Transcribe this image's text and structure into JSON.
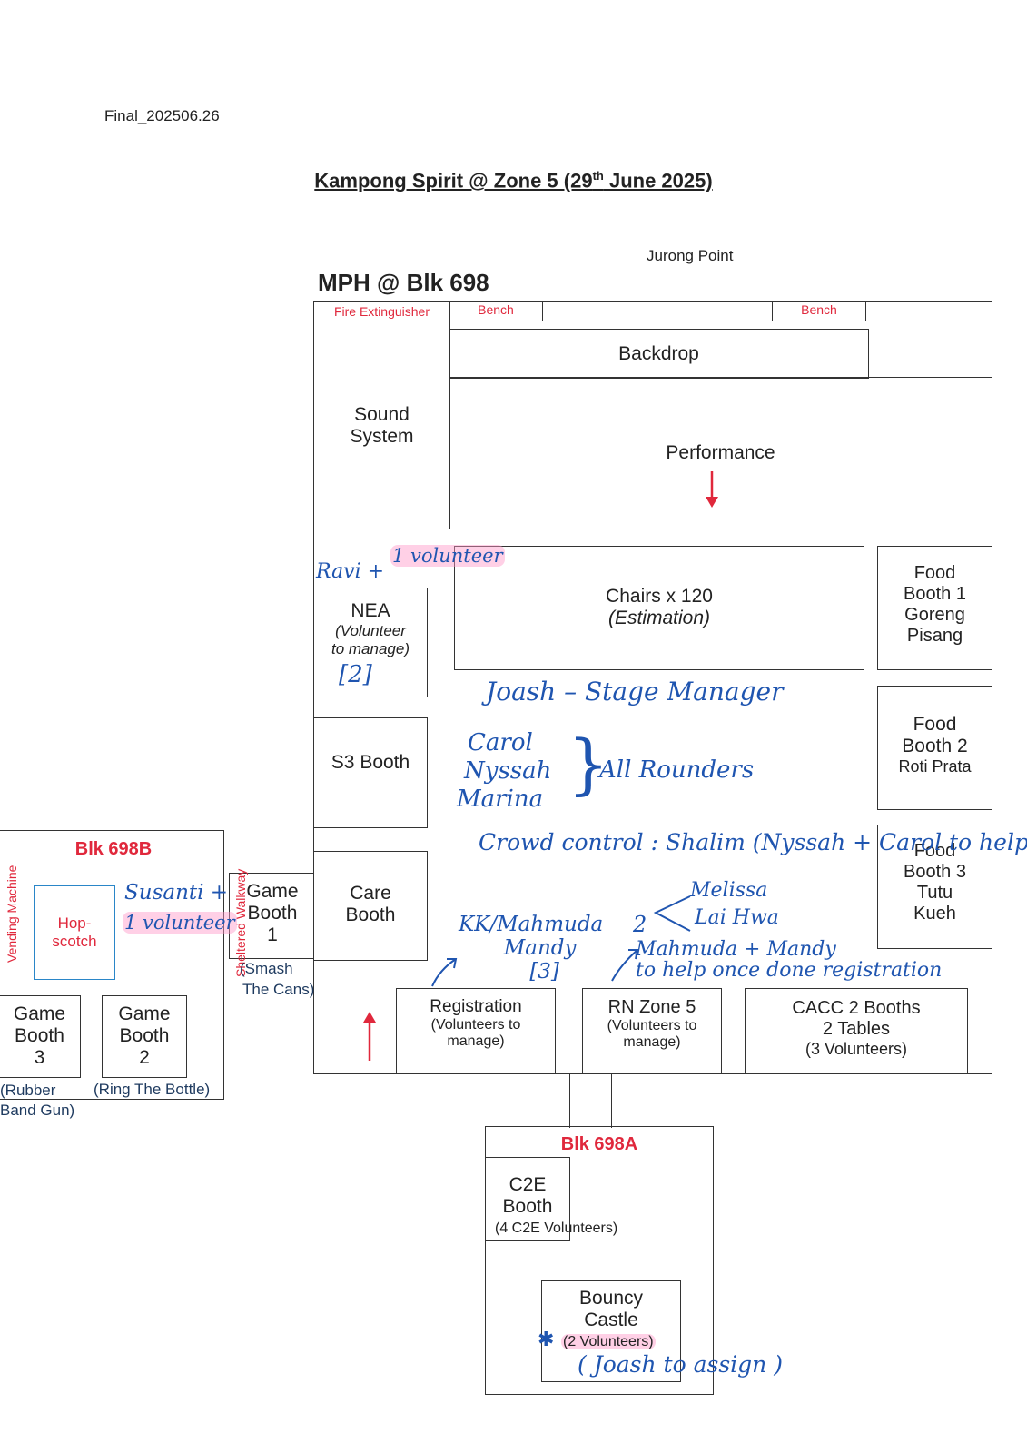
{
  "header": {
    "version": "Final_202506.26",
    "title_main": "Kampong Spirit @ Zone 5 (29",
    "title_sup": "th",
    "title_tail": " June 2025)",
    "jurong_point": "Jurong Point",
    "mph": "MPH @ Blk 698"
  },
  "mph": {
    "fire_extinguisher": "Fire Extinguisher",
    "bench": "Bench",
    "backdrop": "Backdrop",
    "sound_l1": "Sound",
    "sound_l2": "System",
    "performance": "Performance",
    "chairs_l1": "Chairs x 120",
    "chairs_l2": "(Estimation)",
    "nea_l1": "NEA",
    "nea_l2": "(Volunteer",
    "nea_l3": "to manage)",
    "s3": "S3 Booth",
    "care_l1": "Care",
    "care_l2": "Booth",
    "food1": [
      "Food",
      "Booth 1",
      "Goreng",
      "Pisang"
    ],
    "food2": [
      "Food",
      "Booth 2",
      "Roti Prata"
    ],
    "food3": [
      "Food",
      "Booth 3",
      "Tutu",
      "Kueh"
    ],
    "reg_l1": "Registration",
    "reg_l2": "(Volunteers to",
    "reg_l3": "manage)",
    "rn_l1": "RN Zone 5",
    "rn_l2": "(Volunteers to",
    "rn_l3": "manage)",
    "cacc_l1": "CACC 2 Booths",
    "cacc_l2": "2 Tables",
    "cacc_l3": "(3 Volunteers)"
  },
  "blk698b": {
    "title": "Blk 698B",
    "vending": "Vending Machine",
    "hopscotch_l1": "Hop-",
    "hopscotch_l2": "scotch",
    "gb3": [
      "Game",
      "Booth",
      "3"
    ],
    "gb3_note_l1": "(Rubber",
    "gb3_note_l2": "Band Gun)",
    "gb2": [
      "Game",
      "Booth",
      "2"
    ],
    "gb2_note": "(Ring The Bottle)",
    "sheltered": "Sheltered Walkway",
    "gb1": [
      "Game",
      "Booth",
      "1"
    ],
    "gb1_note_l1": "(Smash",
    "gb1_note_l2": "The Cans)"
  },
  "blk698a": {
    "title": "Blk 698A",
    "c2e_l1": "C2E",
    "c2e_l2": "Booth",
    "c2e_l3": "(4 C2E Volunteers)",
    "bouncy_l1": "Bouncy",
    "bouncy_l2": "Castle",
    "bouncy_l3": "(2 Volunteers)"
  },
  "handwritten": {
    "ravi": "Ravi +",
    "ravi_vol": "1 volunteer",
    "nea_count": "[2]",
    "stage_manager": "Joash – Stage Manager",
    "carol": "Carol",
    "nyssah": "Nyssah",
    "marina": "Marina",
    "all_rounders": "All Rounders",
    "crowd_control": "Crowd control : Shalim (Nyssah + Carol to help)",
    "susanti": "Susanti +",
    "susanti_vol": "1 volunteer",
    "kk": "KK/Mahmuda",
    "mandy": "Mandy",
    "reg_count": "[3]",
    "melissa": "Melissa",
    "lai_hwa": "Lai Hwa",
    "two": "2",
    "rn_help_l1": "Mahmuda + Mandy",
    "rn_help_l2": "to help once done registration",
    "joash_assign": "( Joash to assign )"
  },
  "colors": {
    "accent_red": "#e0283c",
    "ink_blue": "#1f55b0",
    "navy": "#1e3a5f"
  }
}
